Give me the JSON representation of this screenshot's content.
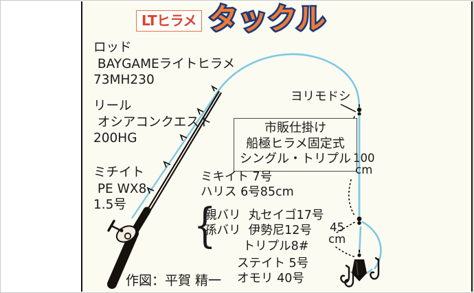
{
  "meta": {
    "domain": "Diagram",
    "subject": "LT flounder (hirame) fishing tackle rig diagram"
  },
  "title": {
    "badge": "LTヒラメ",
    "main": "タックル"
  },
  "colors": {
    "badge_text": "#d9452e",
    "badge_border": "#e2743c",
    "title_fill": "#ef7a37",
    "title_outline": "#1b3a78",
    "panel_background": "#fbfbf2",
    "line_blue": "#7ec8e3",
    "rod_black": "#15110c",
    "text": "#1a1a1a"
  },
  "labels": {
    "rod": "ロッド\n BAYGAMEライトヒラメ\n73MH230",
    "reel": "リール\n オシアコンクエスト\n200HG",
    "mainline": "ミチイト\n PE WX8\n1.5号",
    "rig_spec": "市販仕掛け\n船極ヒラメ固定式\nシングル・トリプル",
    "leader": "ミキイト 7号\nハリス 6号85cm",
    "hooks": "親バリ  丸セイゴ17号\n孫バリ  伊勢尼12号\n          トリプル8#",
    "sinker": "ステイト 5号\nオモリ 40号",
    "swivel": "ヨリモドシ",
    "length_upper": "100\ncm",
    "length_lower": "45\ncm",
    "credit": "作図：平賀 精一",
    "brace": "{"
  },
  "diagram_parts": {
    "rod_name": "BAYGAMEライトヒラメ 73MH230",
    "reel_name": "オシアコンクエスト 200HG",
    "main_line": "PE WX8 1.5号",
    "leader_line": "ミキイト 7号",
    "hook_line": "ハリス 6号85cm",
    "upper_hook": "丸セイゴ17号",
    "lower_hook": "伊勢尼12号",
    "treble_hook": "トリプル8#",
    "stay": "ステイト 5号",
    "weight": "オモリ 40号",
    "upper_length_cm": "100",
    "lower_length_cm": "45"
  }
}
